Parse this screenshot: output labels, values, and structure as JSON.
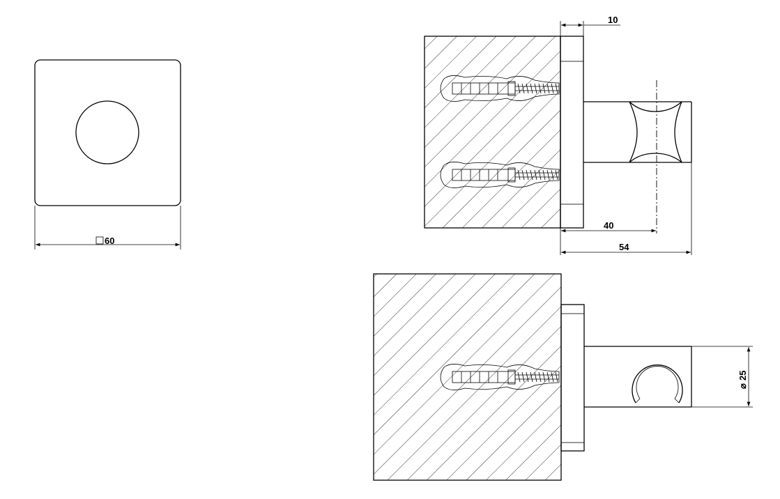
{
  "dimensions": {
    "front_square": "60",
    "plate_thickness": "10",
    "axis_offset": "40",
    "total_depth": "54",
    "diameter": "25"
  },
  "symbols": {
    "square_symbol": "□",
    "diameter_symbol": "⌀"
  }
}
